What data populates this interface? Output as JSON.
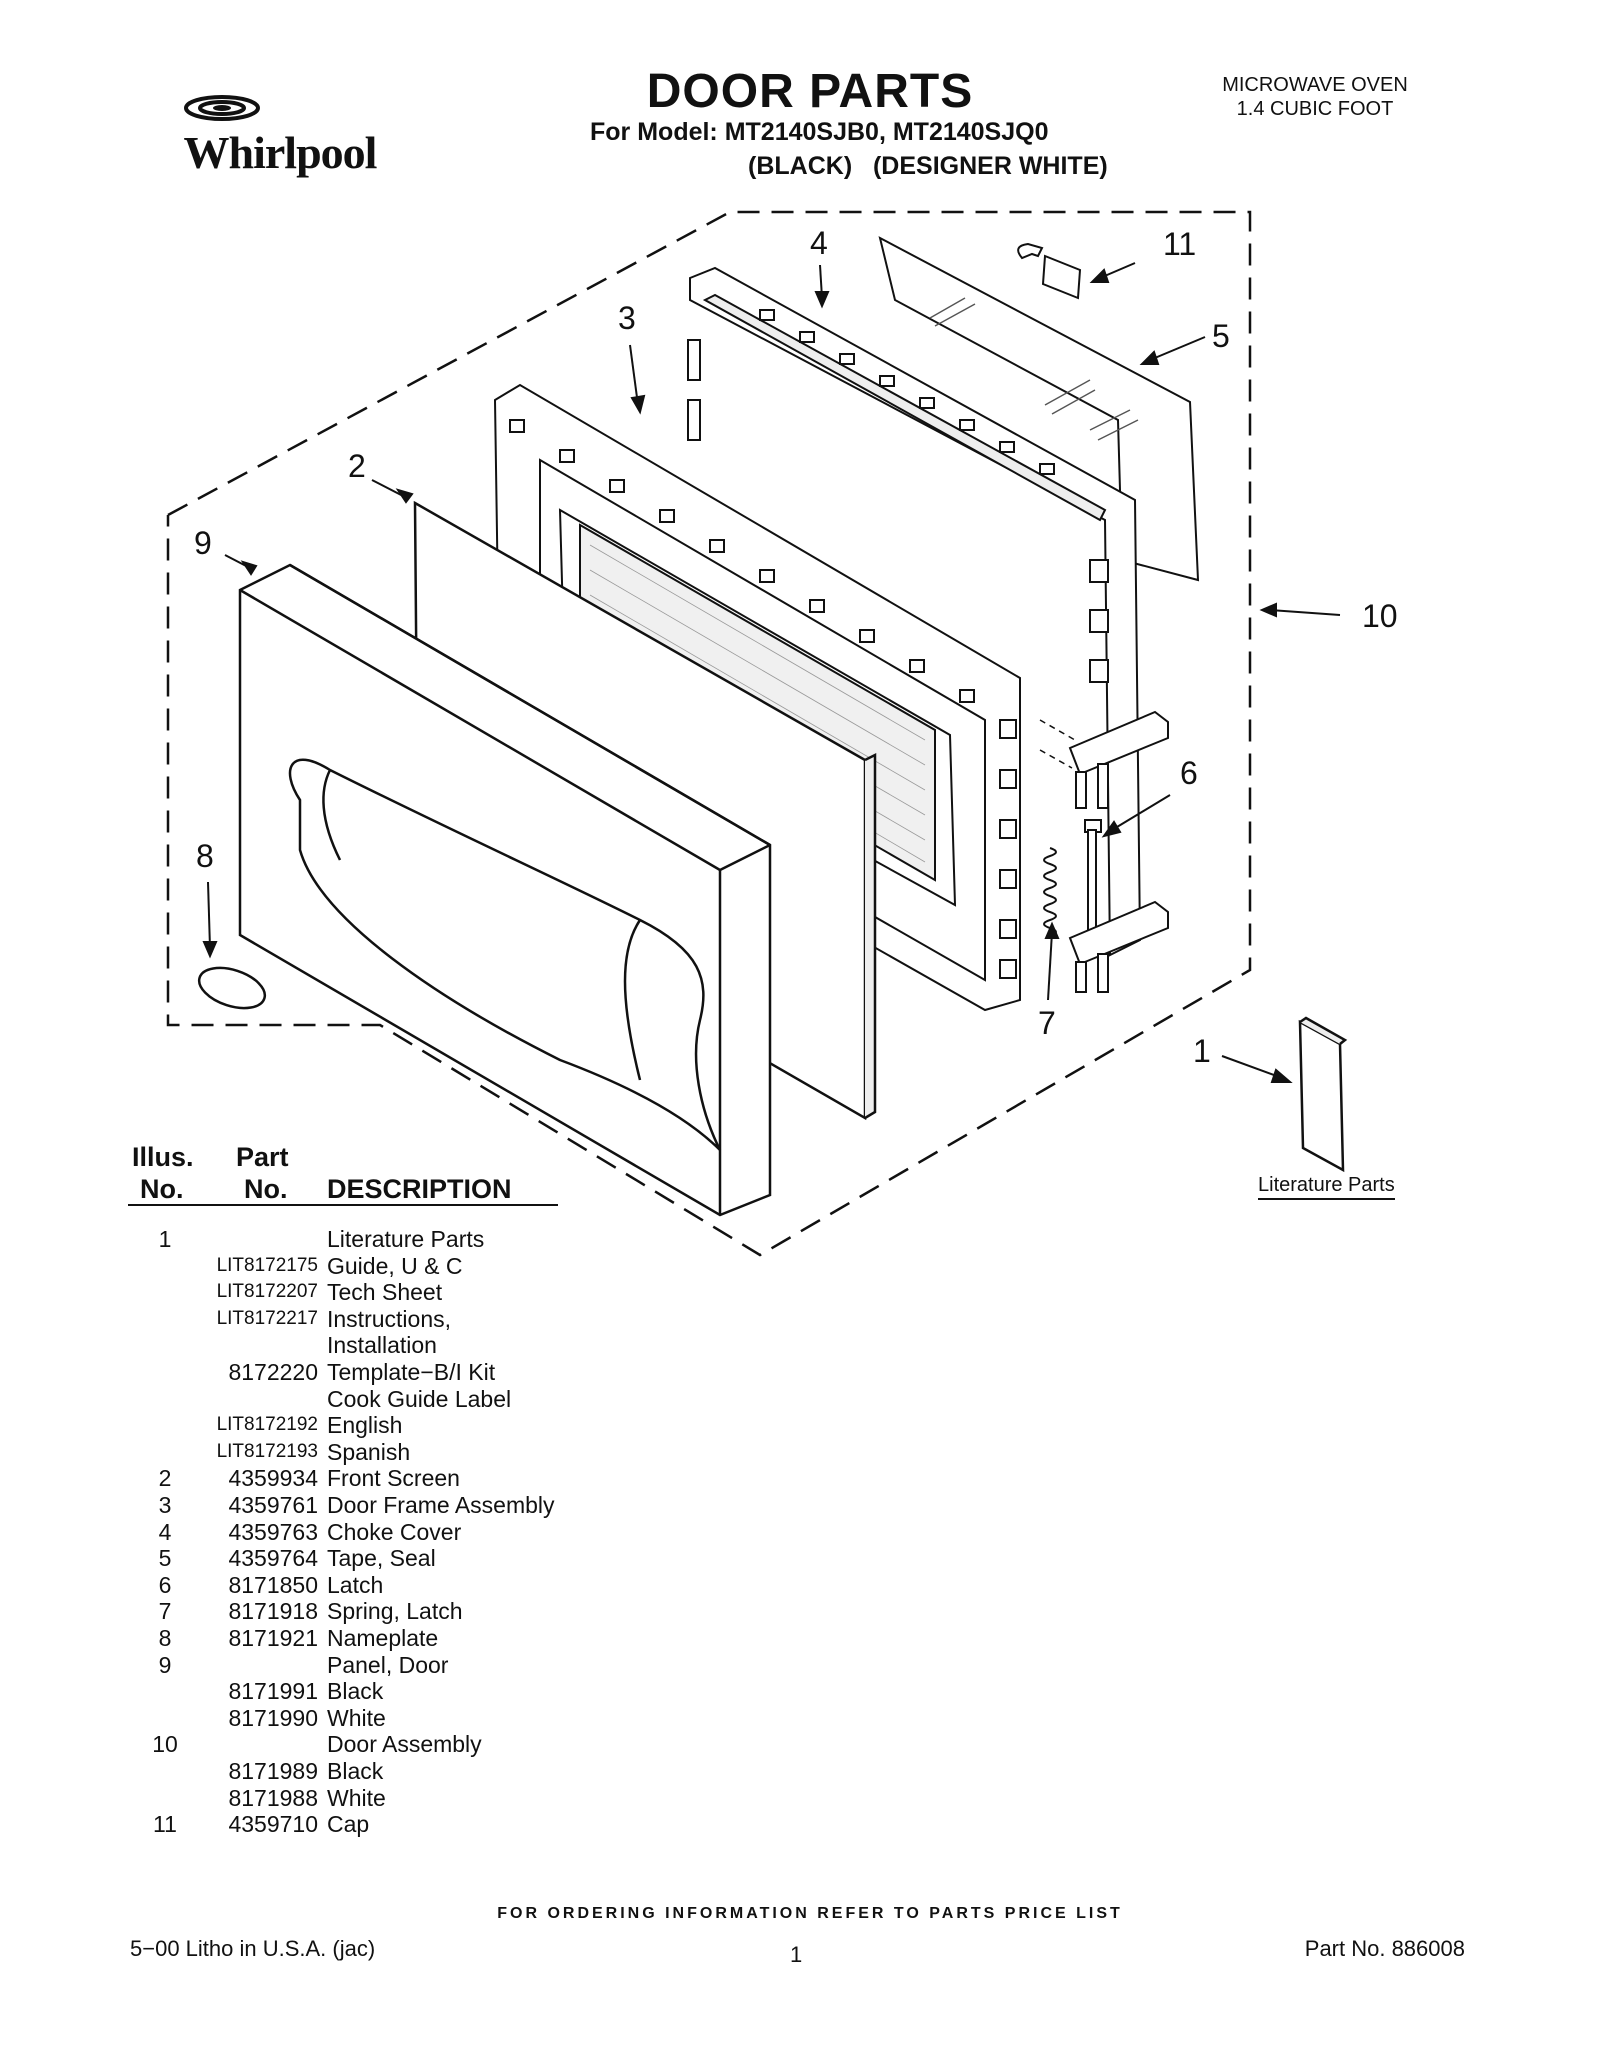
{
  "header": {
    "brand": "Whirlpool",
    "title": "DOOR PARTS",
    "model_line": "For Model: MT2140SJB0, MT2140SJQ0",
    "colors_line": "(BLACK)   (DESIGNER WHITE)",
    "product_type": "MICROWAVE OVEN",
    "capacity": "1.4 CUBIC FOOT"
  },
  "diagram": {
    "callouts": [
      "1",
      "2",
      "3",
      "4",
      "5",
      "6",
      "7",
      "8",
      "9",
      "10",
      "11"
    ],
    "literature_label": "Literature Parts"
  },
  "table": {
    "headers": {
      "illus_line1": "Illus.",
      "illus_line2": "No.",
      "part_line1": "Part",
      "part_line2": "No.",
      "description": "DESCRIPTION"
    },
    "rows": [
      {
        "illus": "1",
        "part": "",
        "desc": "Literature Parts"
      },
      {
        "illus": "",
        "part": "LIT8172175",
        "desc": "Guide, U & C"
      },
      {
        "illus": "",
        "part": "LIT8172207",
        "desc": "Tech Sheet"
      },
      {
        "illus": "",
        "part": "LIT8172217",
        "desc": "Instructions,"
      },
      {
        "illus": "",
        "part": "",
        "desc": "Installation"
      },
      {
        "illus": "",
        "part": "8172220",
        "desc": "Template−B/I Kit"
      },
      {
        "illus": "",
        "part": "",
        "desc": "Cook Guide Label"
      },
      {
        "illus": "",
        "part": "LIT8172192",
        "desc": "English"
      },
      {
        "illus": "",
        "part": "LIT8172193",
        "desc": "Spanish"
      },
      {
        "illus": "2",
        "part": "4359934",
        "desc": "Front Screen"
      },
      {
        "illus": "3",
        "part": "4359761",
        "desc": "Door Frame Assembly"
      },
      {
        "illus": "4",
        "part": "4359763",
        "desc": "Choke Cover"
      },
      {
        "illus": "5",
        "part": "4359764",
        "desc": "Tape, Seal"
      },
      {
        "illus": "6",
        "part": "8171850",
        "desc": "Latch"
      },
      {
        "illus": "7",
        "part": "8171918",
        "desc": "Spring, Latch"
      },
      {
        "illus": "8",
        "part": "8171921",
        "desc": "Nameplate"
      },
      {
        "illus": "9",
        "part": "",
        "desc": "Panel, Door"
      },
      {
        "illus": "",
        "part": "8171991",
        "desc": "Black"
      },
      {
        "illus": "",
        "part": "8171990",
        "desc": "White"
      },
      {
        "illus": "10",
        "part": "",
        "desc": "Door Assembly"
      },
      {
        "illus": "",
        "part": "8171989",
        "desc": "Black"
      },
      {
        "illus": "",
        "part": "8171988",
        "desc": "White"
      },
      {
        "illus": "11",
        "part": "4359710",
        "desc": "Cap"
      }
    ]
  },
  "footer": {
    "ordering_note": "FOR ORDERING INFORMATION REFER TO PARTS PRICE LIST",
    "litho": "5−00 Litho in U.S.A. (jac)",
    "page_number": "1",
    "part_number": "Part No. 886008"
  }
}
